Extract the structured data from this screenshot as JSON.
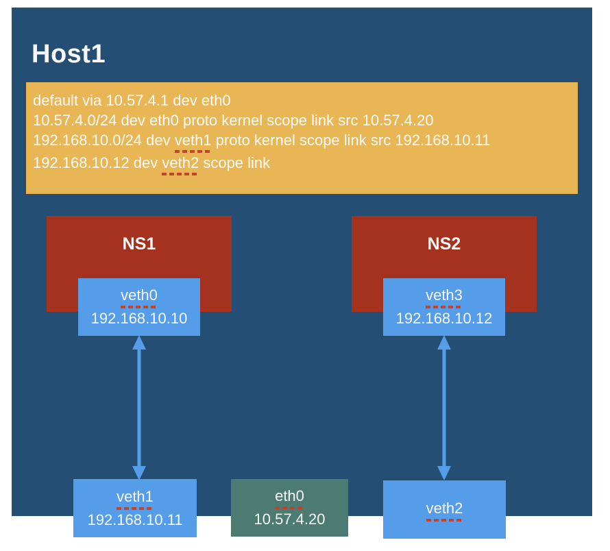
{
  "host": {
    "title": "Host1"
  },
  "route_table": {
    "line1": {
      "t1": "default via 10.57.4.1 dev eth0"
    },
    "line2": {
      "t1": "10.57.4.0/24 dev eth0 proto kernel scope link src 10.57.4.20"
    },
    "line3": {
      "t1": "192.168.10.0/24 dev ",
      "dev": "veth1",
      "t2": " proto kernel scope link src 192.168.10.11"
    },
    "line4": {
      "t1": "192.168.10.12 dev ",
      "dev": "veth2",
      "t2": " scope link"
    }
  },
  "namespaces": {
    "ns1": {
      "label": "NS1",
      "iface_name": "veth0",
      "iface_ip": "192.168.10.10"
    },
    "ns2": {
      "label": "NS2",
      "iface_name": "veth3",
      "iface_ip": "192.168.10.12"
    }
  },
  "host_interfaces": {
    "veth1": {
      "name": "veth1",
      "ip": "192.168.10.11"
    },
    "eth0": {
      "name": "eth0",
      "ip": "10.57.4.20"
    },
    "veth2": {
      "name": "veth2"
    }
  },
  "colors": {
    "page_background": "#ffffff",
    "host_panel": "#254e74",
    "route_box": "#e8b654",
    "namespace_box": "#a5321f",
    "veth_box": "#559de8",
    "eth_box": "#4c7b71",
    "arrow": "#559de8",
    "misspell_underline": "#c0442e",
    "text": "#f7f7f5"
  }
}
